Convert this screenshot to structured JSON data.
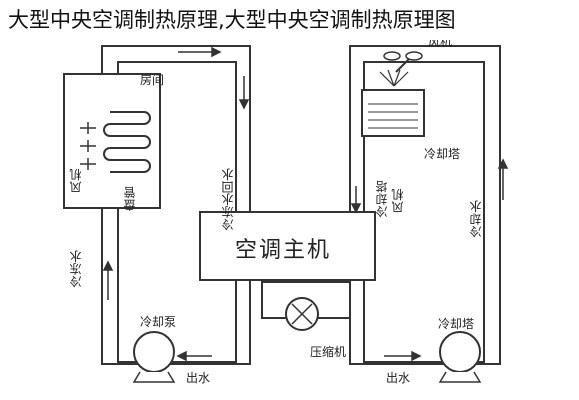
{
  "header": {
    "title": "大型中央空调制热原理,大型中央空调制热原理图"
  },
  "diagram": {
    "main_unit": "空调主机",
    "compressor": "压缩机",
    "room": "房间",
    "fan_left": "风机",
    "fan_right_top": "风机",
    "fan_right_mid": "风机",
    "coil": "盘管",
    "cooling_tower": "冷却塔",
    "frozen_water_return": "冷冻水回水",
    "frozen_water_left": "冷冻水",
    "frozen_pump": "冷却泵",
    "cooling_water_right": "冷却水",
    "cooling_tower_right": "冷却塔",
    "cooling_pump_right": "冷却塔",
    "outlet_left": "出水",
    "outlet_right": "出水"
  }
}
